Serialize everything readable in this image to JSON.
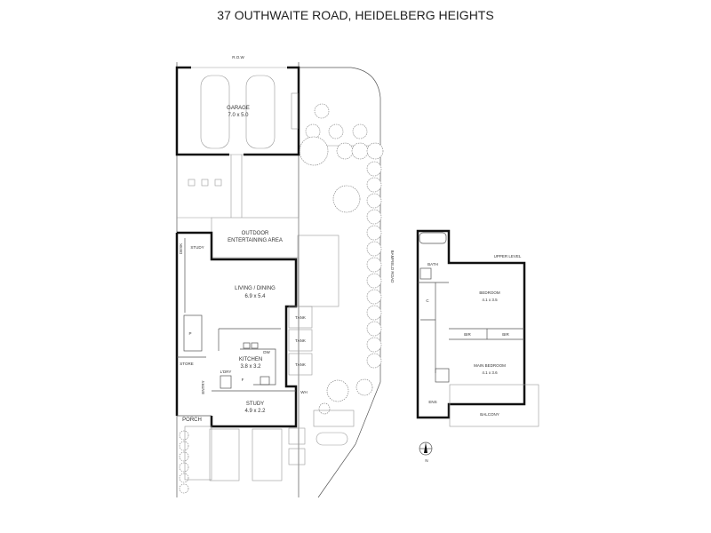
{
  "title": "37 OUTHWAITE ROAD, HEIDELBERG HEIGHTS",
  "site": {
    "row_label": "R.O.W",
    "road_label": "BAMFIELD ROAD"
  },
  "ground_floor": {
    "garage": {
      "name": "GARAGE",
      "size": "7.0 x 5.0"
    },
    "outdoor": {
      "line1": "OUTDOOR",
      "line2": "ENTERTAINING AREA"
    },
    "desk": "DESK",
    "study_small": "STUDY",
    "living": {
      "name": "LIVING / DINING",
      "size": "6.9 x 5.4"
    },
    "kitchen": {
      "name": "KITCHEN",
      "size": "3.8 x 3.2"
    },
    "study": {
      "name": "STUDY",
      "size": "4.9 x 2.2"
    },
    "pantry": "P",
    "fridge": "F",
    "dishwasher": "DW",
    "laundry": "L'DRY",
    "store": "STORE",
    "entry": "ENTRY",
    "porch": "PORCH",
    "tanks": [
      "TANK",
      "TANK",
      "TANK"
    ],
    "water_heater": "WH"
  },
  "upper_floor": {
    "label": "UPPER LEVEL",
    "bath": "BATH",
    "cupboard": "C",
    "bedroom": {
      "name": "BEDROOM",
      "size": "4.1 x 3.5"
    },
    "bir": [
      "BIR",
      "BIR"
    ],
    "main_bedroom": {
      "name": "MAIN BEDROOM",
      "size": "4.1 x 3.6"
    },
    "ensuite": "ENS",
    "balcony": "BALCONY"
  },
  "north_label": "N"
}
